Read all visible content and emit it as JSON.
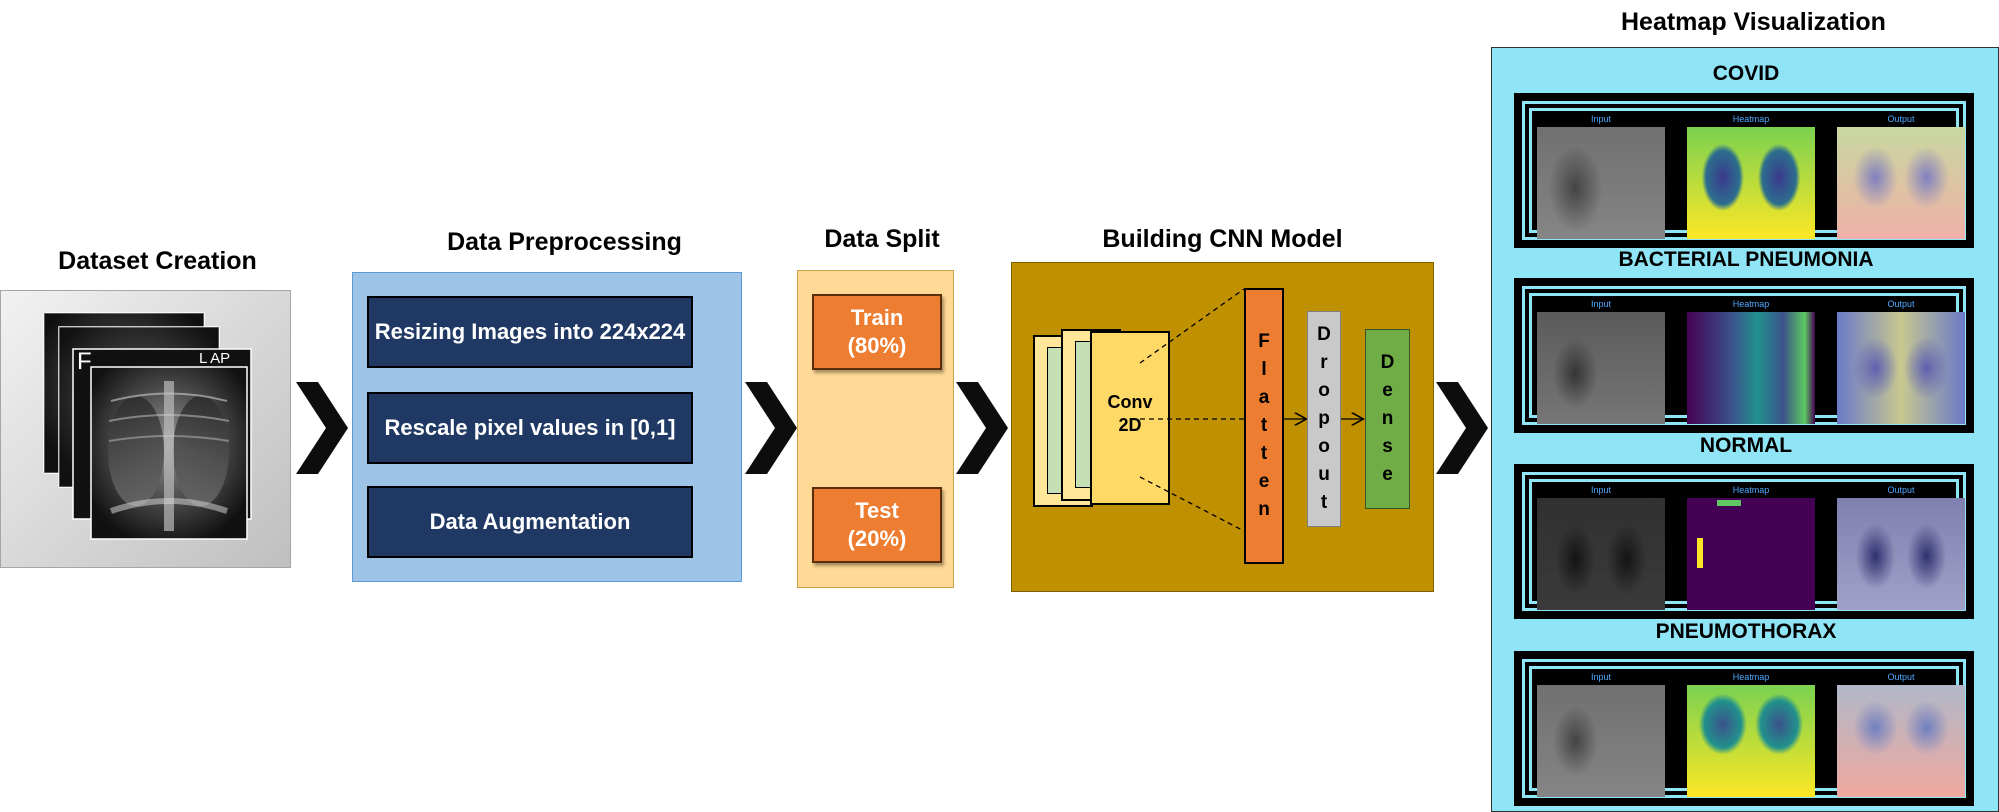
{
  "stages": {
    "dataset": {
      "title": "Dataset Creation",
      "markers": [
        "F",
        "L AP"
      ]
    },
    "preprocessing": {
      "title": "Data Preprocessing",
      "steps": [
        "Resizing Images into 224x224",
        "Rescale pixel values in [0,1]",
        "Data Augmentation"
      ]
    },
    "split": {
      "title": "Data Split",
      "train": {
        "label": "Train",
        "pct": "(80%)"
      },
      "test": {
        "label": "Test",
        "pct": "(20%)"
      }
    },
    "cnn": {
      "title": "Building CNN Model",
      "conv_label": "Conv",
      "conv_sub": "2D",
      "flatten_letters": [
        "F",
        "l",
        "a",
        "t",
        "t",
        "e",
        "n"
      ],
      "dropout_letters": [
        "D",
        "r",
        "o",
        "p",
        "o",
        "u",
        "t"
      ],
      "dense_letters": [
        "D",
        "e",
        "n",
        "s",
        "e"
      ]
    },
    "heatmap": {
      "title": "Heatmap Visualization",
      "col_captions": [
        "Input",
        "Heatmap",
        "Output"
      ],
      "categories": [
        "COVID",
        "BACTERIAL PNEUMONIA",
        "NORMAL",
        "PNEUMOTHORAX"
      ]
    }
  },
  "colors": {
    "navy": "#1f3864",
    "preproc_bg": "#9dc3e6",
    "split_bg": "#ffd996",
    "cnn_bg": "#bf9000",
    "flatten": "#ed7d31",
    "dropout": "#c9c9c9",
    "dense": "#70ad47",
    "heatmap_bg": "#8fe5f5"
  }
}
